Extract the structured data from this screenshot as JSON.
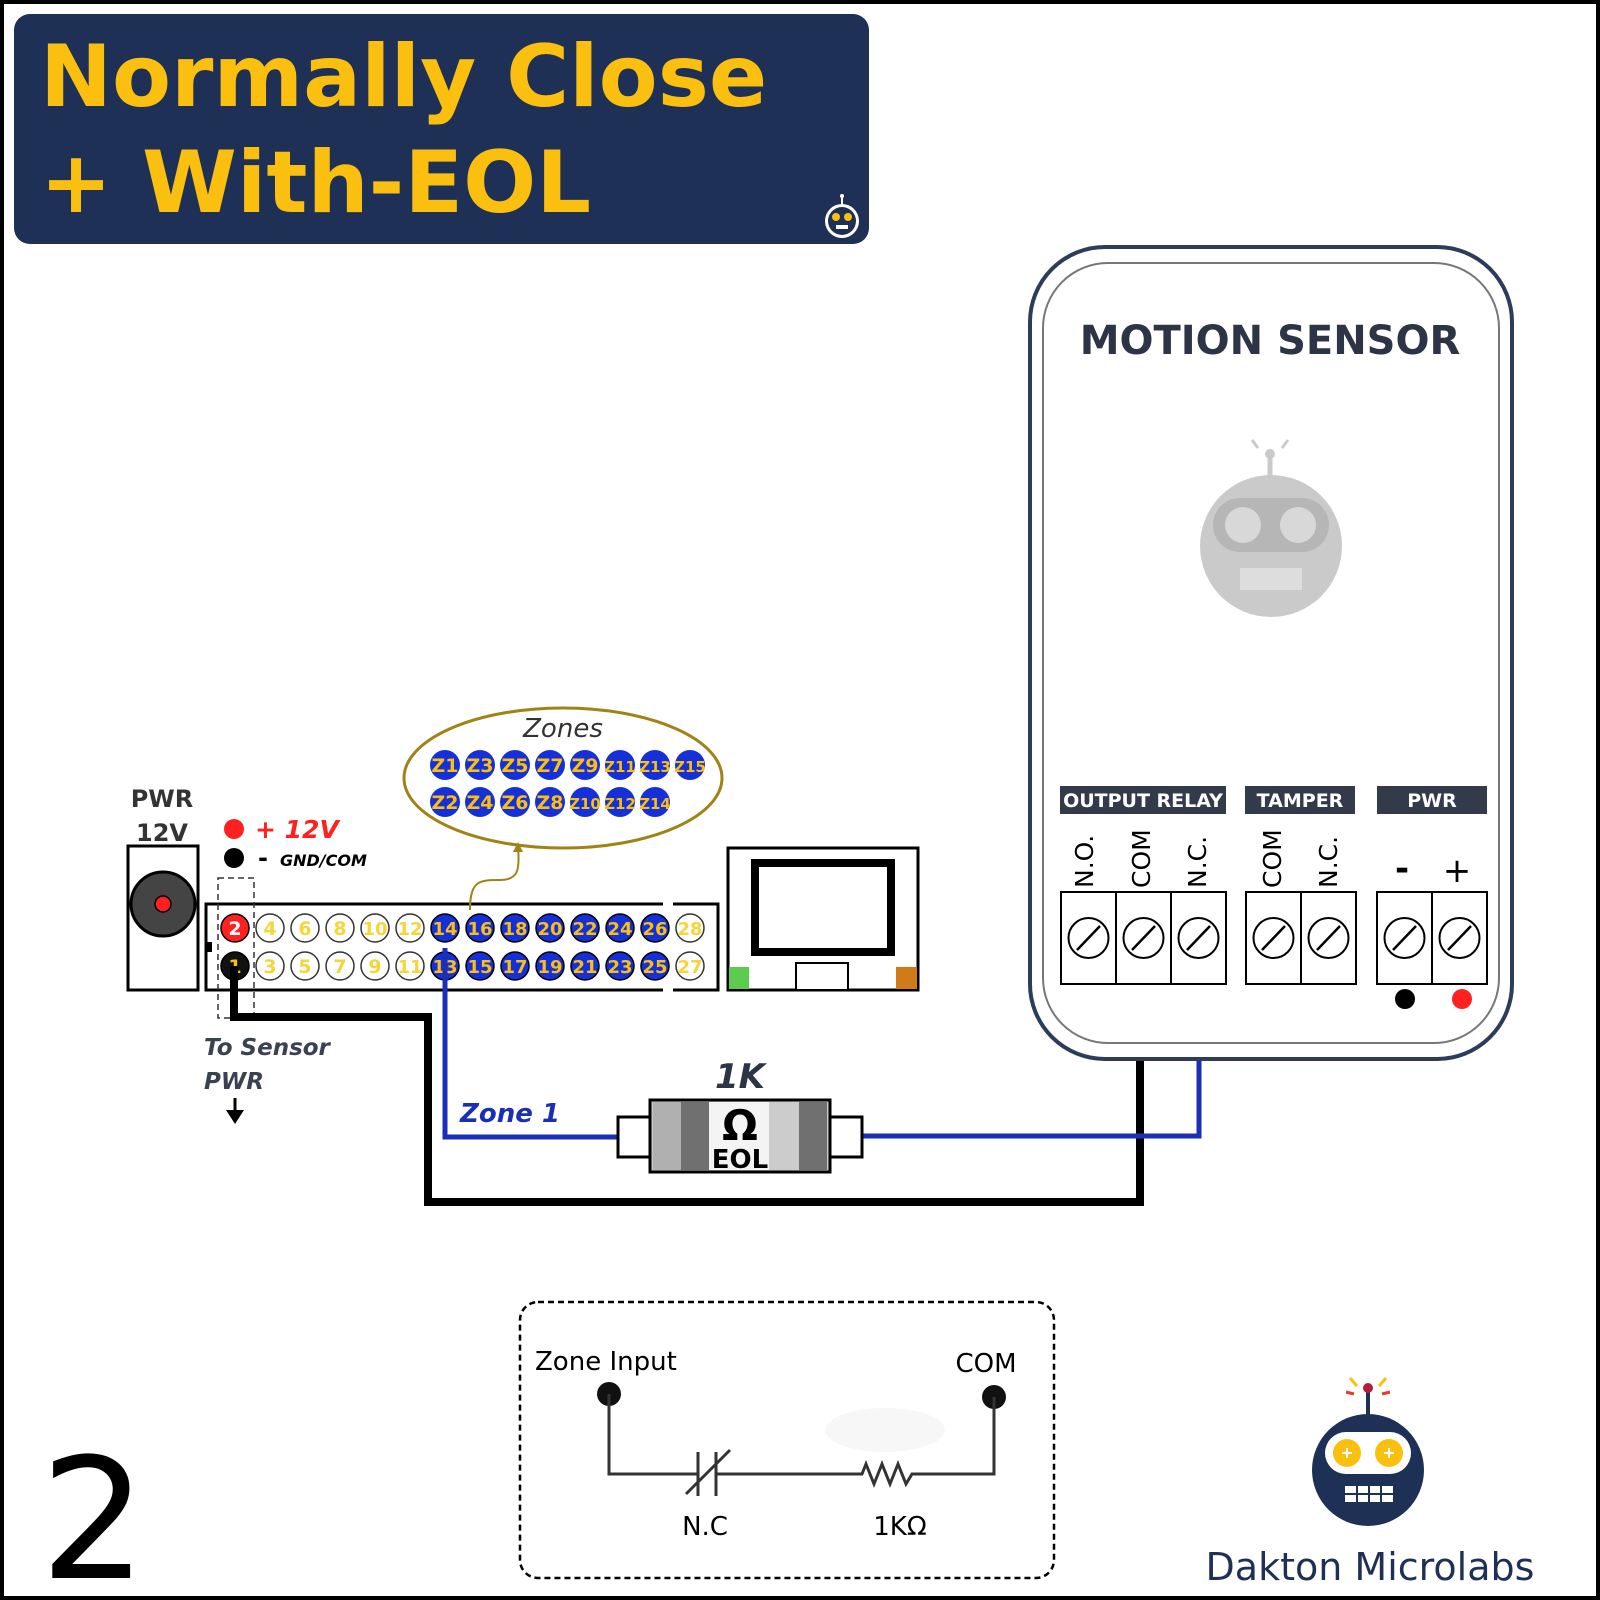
{
  "title": {
    "line1": "Normally Close",
    "line2": "+ With-EOL"
  },
  "panel": {
    "pwr_label": "PWR",
    "pwr_voltage": "12V",
    "legend_plus": "+ 12V",
    "legend_minus": "-",
    "legend_gnd": "GND/COM",
    "terminals_top": [
      "2",
      "4",
      "6",
      "8",
      "10",
      "12",
      "14",
      "16",
      "18",
      "20",
      "22",
      "24",
      "26",
      "28"
    ],
    "terminals_bottom": [
      "1",
      "3",
      "5",
      "7",
      "9",
      "11",
      "13",
      "15",
      "17",
      "19",
      "21",
      "23",
      "25",
      "27"
    ],
    "to_sensor_line1": "To Sensor",
    "to_sensor_line2": "PWR"
  },
  "zones": {
    "title": "Zones",
    "row1": [
      "Z1",
      "Z3",
      "Z5",
      "Z7",
      "Z9",
      "Z11",
      "Z13",
      "Z15"
    ],
    "row2": [
      "Z2",
      "Z4",
      "Z6",
      "Z8",
      "Z10",
      "Z12",
      "Z14"
    ]
  },
  "wiring": {
    "zone_label": "Zone 1",
    "resistor_value": "1K",
    "resistor_symbol": "Ω",
    "resistor_label": "EOL"
  },
  "sensor": {
    "title": "MOTION SENSOR",
    "groups": [
      {
        "label": "OUTPUT RELAY",
        "terminals": [
          "N.O.",
          "COM",
          "N.C."
        ]
      },
      {
        "label": "TAMPER",
        "terminals": [
          "COM",
          "N.C."
        ]
      },
      {
        "label": "PWR",
        "terminals": [
          "-",
          "+"
        ]
      }
    ]
  },
  "schematic": {
    "zone_input": "Zone Input",
    "com": "COM",
    "nc": "N.C",
    "resistor": "1KΩ"
  },
  "page_number": "2",
  "brand": "Dakton Microlabs",
  "colors": {
    "navy": "#1f3057",
    "gold": "#fbbf10",
    "zone_blue": "#1530d8",
    "wire_blue": "#1a2fb5",
    "red": "#ff2020"
  }
}
